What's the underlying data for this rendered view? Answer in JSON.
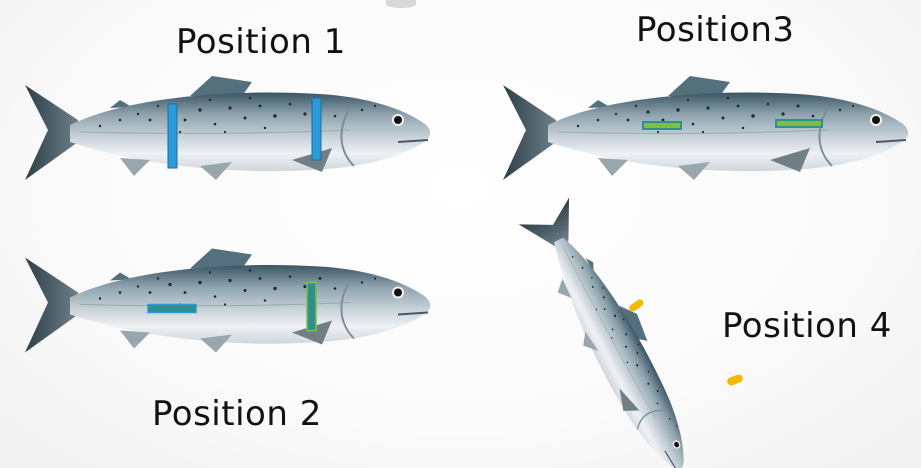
{
  "captions": {
    "position_1": "Position 1",
    "position_2": "Position 2",
    "position_3": "Position3",
    "position_4": "Position 4"
  },
  "colors": {
    "background": "#f8f8f8",
    "fish_back": "#3f5a68",
    "fish_side": "#aeb8c0",
    "fish_belly": "#f2f4f6",
    "fish_fin": "#5a6a73",
    "marker_blue": "#2a9ad8",
    "marker_teal": "#2f8f8f",
    "marker_green": "#7bc043",
    "marker_yellow": "#f5b800"
  },
  "markers": {
    "position_1": [
      "vertical-blue",
      "vertical-blue"
    ],
    "position_2": [
      "horizontal-teal",
      "vertical-teal-green"
    ],
    "position_3": [
      "horizontal-green",
      "horizontal-green"
    ],
    "position_4": [
      "yellow-dot",
      "yellow-dot"
    ]
  }
}
